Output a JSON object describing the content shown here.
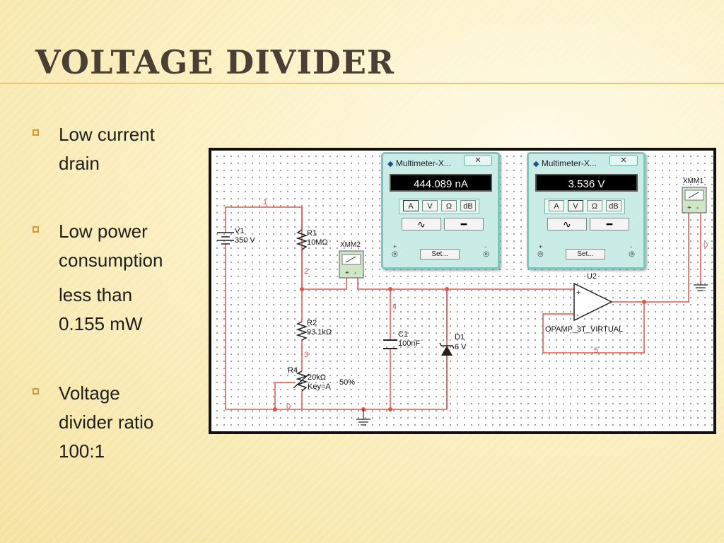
{
  "slide": {
    "title": "VOLTAGE  DIVIDER",
    "bullets": [
      {
        "text": "Low current drain",
        "lines": [
          "Low current",
          "drain"
        ]
      },
      {
        "text": "Low power consumption",
        "lines": [
          "Low power",
          "consumption"
        ]
      },
      {
        "text": "Voltage divider ratio 100:1",
        "lines": [
          "Voltage",
          "divider ratio",
          "100:1"
        ]
      }
    ],
    "subtext": [
      "less than",
      "0.155 mW"
    ]
  },
  "colors": {
    "accent": "#d19a2e",
    "title": "#4a3f35",
    "wire": "#e8514a",
    "meter": "#c9ede6"
  },
  "circuit": {
    "labels": {
      "v1": "V1",
      "v1_value": "350 V",
      "r1": "R1",
      "r1_value": "10MΩ",
      "r2": "R2",
      "r2_value": "93.1kΩ",
      "r4": "R4",
      "r4_value": "20kΩ",
      "r4_key": "Key=A",
      "r4_pct": "50%",
      "c1": "C1",
      "c1_value": "100nF",
      "d1": "D1",
      "d1_value": "6 V",
      "u2": "U2",
      "u2_value": "OPAMP_3T_VIRTUAL",
      "xmm1": "XMM1",
      "xmm2": "XMM2",
      "plus": "+",
      "minus": "-",
      "node1": "1",
      "node2": "2",
      "node3": "3",
      "node4": "4",
      "node5": "5",
      "node0a": "0",
      "node0b": "0"
    },
    "multimeters": [
      {
        "title": "Multimeter-X...",
        "reading": "444.089 nA",
        "modes": [
          "A",
          "V",
          "Ω",
          "dB"
        ],
        "set": "Set...",
        "close": "✕"
      },
      {
        "title": "Multimeter-X...",
        "reading": "3.536 V",
        "modes": [
          "A",
          "V",
          "Ω",
          "dB"
        ],
        "set": "Set...",
        "close": "✕"
      }
    ]
  }
}
